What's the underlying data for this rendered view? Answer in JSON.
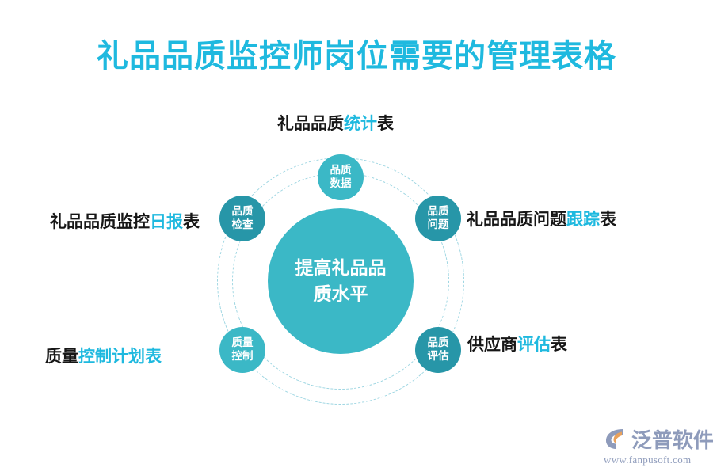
{
  "header": {
    "title": "礼品品质监控师岗位需要的管理表格",
    "title_color": "#1FB9DF"
  },
  "diagram": {
    "type": "circular-hub-and-spoke",
    "center": {
      "line1": "提高礼品品",
      "line2": "质水平",
      "color": "#3BB8C6"
    },
    "nodes": [
      {
        "id": "quality-data",
        "line1": "品质",
        "line2": "数据",
        "color": "#3BB8C6",
        "position": "top"
      },
      {
        "id": "quality-issue",
        "line1": "品质",
        "line2": "问题",
        "color": "#2796A8",
        "position": "upper-right"
      },
      {
        "id": "quality-evaluation",
        "line1": "品质",
        "line2": "评估",
        "color": "#2796A8",
        "position": "lower-right"
      },
      {
        "id": "quality-control",
        "line1": "质量",
        "line2": "控制",
        "color": "#3BB8C6",
        "position": "lower-left"
      },
      {
        "id": "quality-inspection",
        "line1": "品质",
        "line2": "检查",
        "color": "#2796A8",
        "position": "upper-left"
      }
    ],
    "ring_color": "#9ED6E2"
  },
  "labels": {
    "statistics": {
      "pre": "礼品品质",
      "highlight": "统计",
      "post": "表"
    },
    "daily": {
      "pre": "礼品品质监控",
      "highlight": "日报",
      "post": "表"
    },
    "tracking": {
      "pre": "礼品品质问题",
      "highlight": "跟踪",
      "post": "表"
    },
    "supplier": {
      "pre": "供应商",
      "highlight": "评估",
      "post": "表"
    },
    "plan": {
      "pre": "质量",
      "highlight": "控制计划表",
      "post": ""
    },
    "highlight_color": "#1FB9DF"
  },
  "logo": {
    "name": "泛普软件",
    "url": "www.fanpusoft.com",
    "color": "#8E9BBB",
    "accent_color": "#E8A15C"
  }
}
